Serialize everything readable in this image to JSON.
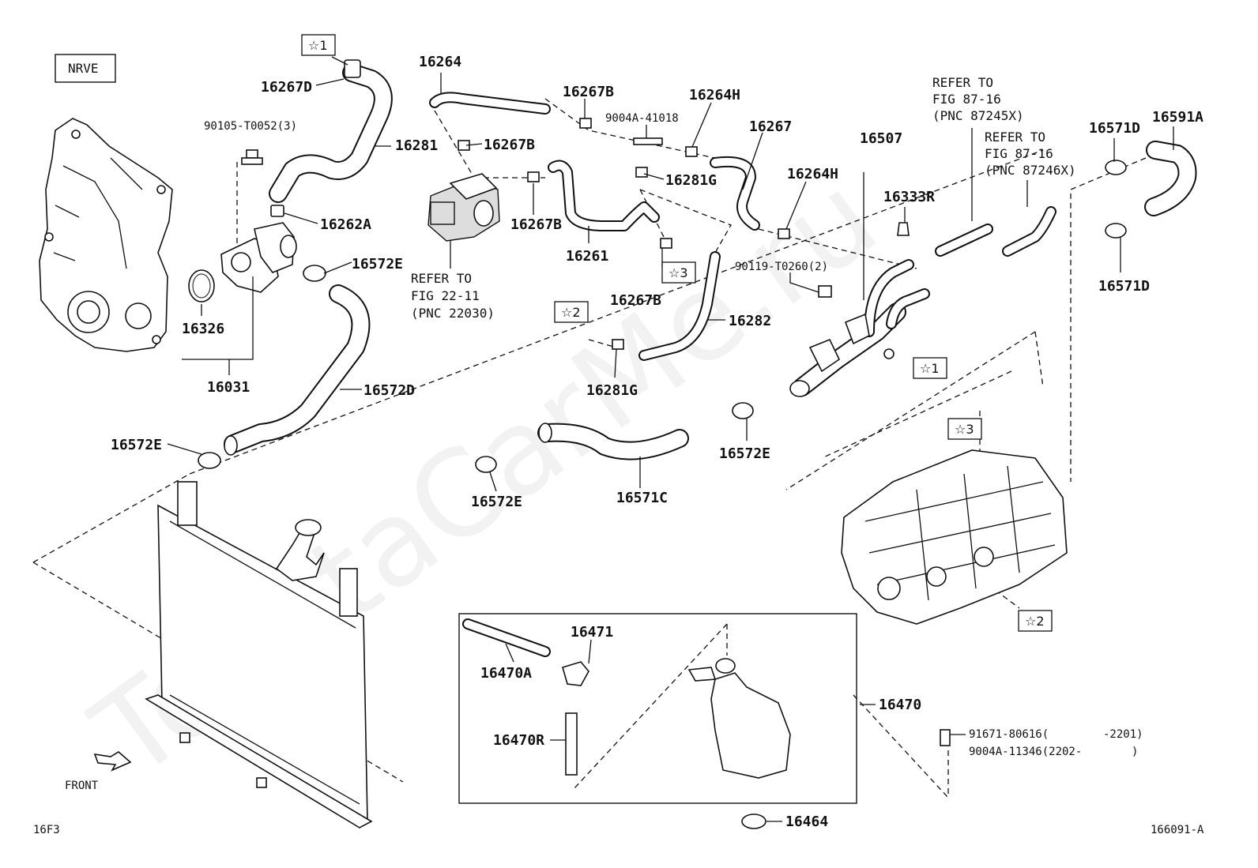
{
  "engine_code": "NRVE",
  "watermark": "ToyotaCarMe.ru",
  "footer_left": "16F3",
  "footer_right": "166091-A",
  "front_label": "FRONT",
  "stars": {
    "s1": "☆1",
    "s2": "☆2",
    "s3": "☆3"
  },
  "parts": {
    "p16267D": "16267D",
    "p90105": "90105-T0052(3)",
    "p16281": "16281",
    "p16262A": "16262A",
    "p16572E_a": "16572E",
    "p16326": "16326",
    "p16031": "16031",
    "p16572D": "16572D",
    "p16572E_b": "16572E",
    "p16264": "16264",
    "p16267B_a": "16267B",
    "p16267B_b": "16267B",
    "p16267B_c": "16267B",
    "p16267B_d": "16267B",
    "p16261": "16261",
    "p9004A41018": "9004A-41018",
    "p16264H_a": "16264H",
    "p16281G_a": "16281G",
    "p16281G_b": "16281G",
    "p16267": "16267",
    "p16264H_b": "16264H",
    "p16282": "16282",
    "p16507": "16507",
    "p16333R": "16333R",
    "p90119": "90119-T0260(2)",
    "p16571D_a": "16571D",
    "p16571D_b": "16571D",
    "p16591A": "16591A",
    "p16572E_c": "16572E",
    "p16572E_d": "16572E",
    "p16571C": "16571C",
    "p16471": "16471",
    "p16470A": "16470A",
    "p16470R": "16470R",
    "p16470": "16470",
    "p16464": "16464",
    "p91671": "91671-80616(",
    "p91671_range": "-2201)",
    "p9004A11346": "9004A-11346(2202-",
    "p9004A11346_range": ")"
  },
  "refs": {
    "fig22": [
      "REFER TO",
      "FIG 22-11",
      "(PNC 22030)"
    ],
    "fig87a": [
      "REFER TO",
      "FIG 87-16",
      "(PNC 87245X)"
    ],
    "fig87b": [
      "REFER TO",
      "FIG 87-16",
      "(PNC 87246X)"
    ]
  }
}
